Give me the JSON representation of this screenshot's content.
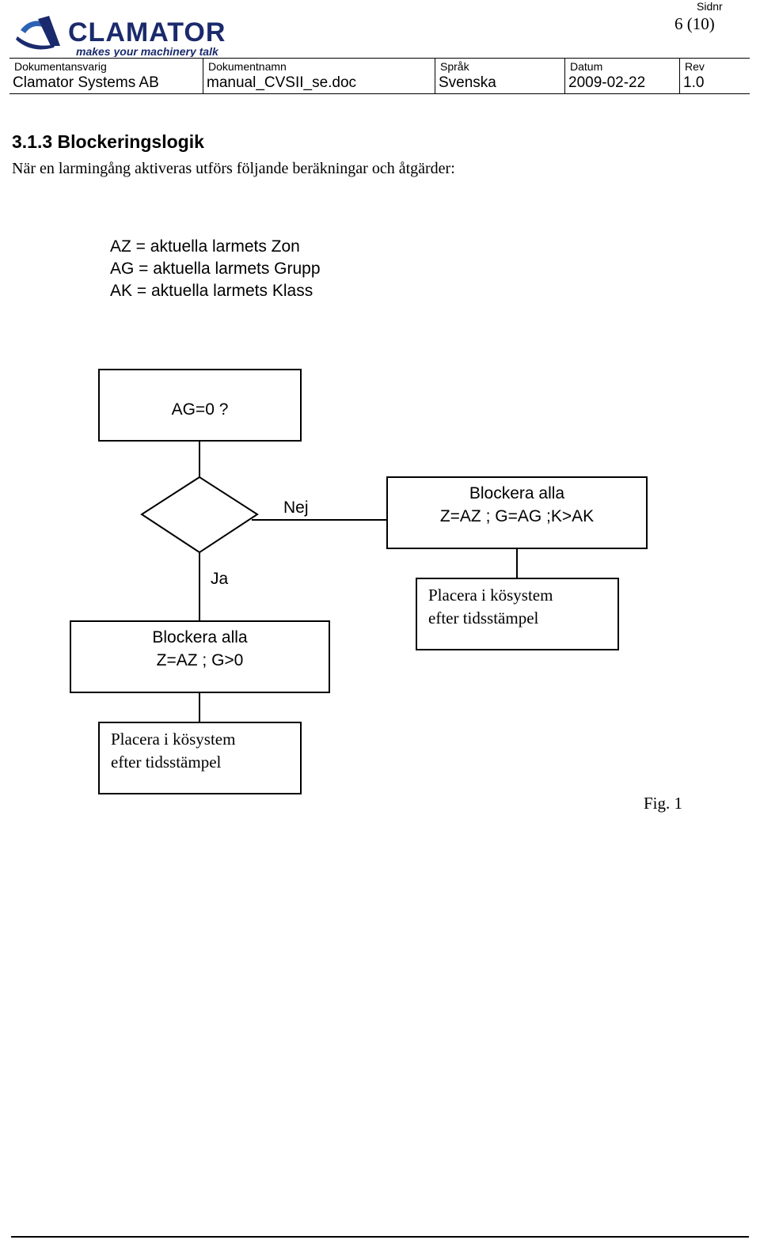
{
  "header": {
    "logo": {
      "brand": "CLAMATOR",
      "tagline": "makes your machinery talk",
      "brand_color": "#1a2a6c",
      "accent_color": "#2b63b5"
    },
    "sidnr_label": "Sidnr",
    "page_number": "6 (10)",
    "fields": [
      {
        "label": "Dokumentansvarig",
        "value": "Clamator Systems AB"
      },
      {
        "label": "Dokumentnamn",
        "value": "manual_CVSII_se.doc"
      },
      {
        "label": "Språk",
        "value": "Svenska"
      },
      {
        "label": "Datum",
        "value": "2009-02-22"
      },
      {
        "label": "Rev",
        "value": "1.0"
      }
    ]
  },
  "section": {
    "heading": "3.1.3 Blockeringslogik",
    "intro": "När en larmingång aktiveras utförs följande beräkningar och åtgärder:",
    "definitions": [
      "AZ = aktuella larmets Zon",
      "AG = aktuella larmets Grupp",
      "AK = aktuella larmets Klass"
    ]
  },
  "flowchart": {
    "start_box": "AG=0 ?",
    "no_label": "Nej",
    "yes_label": "Ja",
    "no_box": {
      "line1": "Blockera alla",
      "line2": "Z=AZ ; G=AG ;K>AK"
    },
    "no_queue_box": {
      "line1": "Placera i kösystem",
      "line2": "efter tidsstämpel"
    },
    "yes_box": {
      "line1": "Blockera alla",
      "line2": "Z=AZ ; G>0"
    },
    "yes_queue_box": {
      "line1": "Placera i kösystem",
      "line2": "efter tidsstämpel"
    }
  },
  "figure_label": "Fig. 1"
}
